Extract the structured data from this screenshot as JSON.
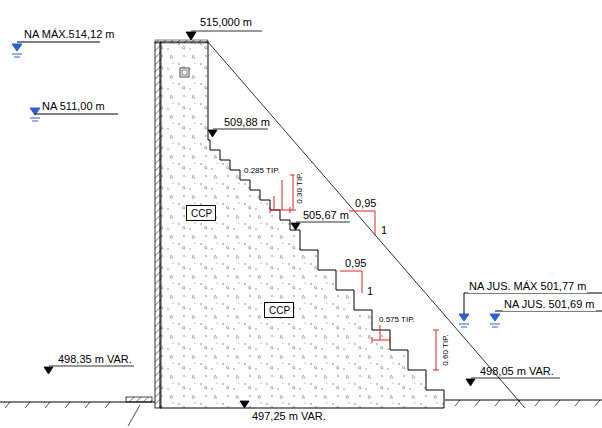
{
  "diagram": {
    "nodes": [
      {
        "text": [
          "CCP"
        ]
      },
      {
        "text": [
          "CCP"
        ]
      }
    ],
    "labels": [
      "515,000 m",
      "NA MÁX.514,12 m",
      "NA 511,00 m",
      "509,88 m",
      "0.285 TIP.",
      "0.30 TIP.",
      "505,67 m",
      "0,95",
      "1",
      "0,95",
      "1",
      "NA JUS. MÁX 501,77 m",
      "NA JUS. 501,69 m",
      "0.575 TIP.",
      "0.60 TIP.",
      "498,35 m VAR.",
      "498,05 m VAR.",
      "497,25 m VAR."
    ]
  }
}
